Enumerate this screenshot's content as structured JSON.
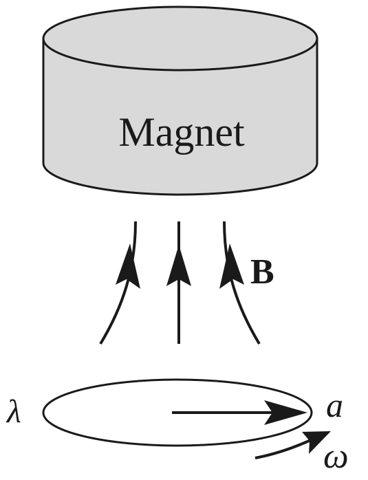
{
  "diagram": {
    "magnet_label": "Magnet",
    "field_label": "B",
    "charge_density_label": "λ",
    "radius_label": "a",
    "angular_velocity_label": "ω"
  },
  "colors": {
    "magnet_fill": "#d9d9d9",
    "stroke": "#1a1a1a",
    "background": "#ffffff"
  }
}
